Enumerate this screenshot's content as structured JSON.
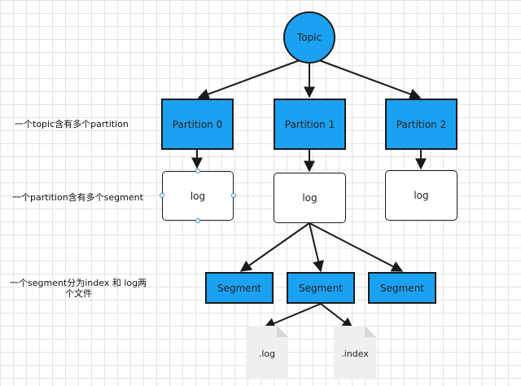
{
  "labels": {
    "topic_level": "一个topic含有多个partition",
    "partition_level": "一个partition含有多个segment",
    "segment_level_line1": "一个segment分为index 和 log两",
    "segment_level_line2": "个文件"
  },
  "topic": {
    "label": "Topic"
  },
  "partitions": [
    {
      "label": "Partition 0"
    },
    {
      "label": "Partition 1"
    },
    {
      "label": "Partition 2"
    }
  ],
  "logs": [
    {
      "label": "log"
    },
    {
      "label": "log"
    },
    {
      "label": "log"
    }
  ],
  "segments": [
    {
      "label": "Segment"
    },
    {
      "label": "Segment"
    },
    {
      "label": "Segment"
    }
  ],
  "files": [
    {
      "label": ".log"
    },
    {
      "label": ".index"
    }
  ],
  "colors": {
    "node_fill": "#1ba1f2",
    "stroke": "#1a1a1a",
    "file_fill": "#efefef",
    "grid": "#e4e4e4"
  }
}
